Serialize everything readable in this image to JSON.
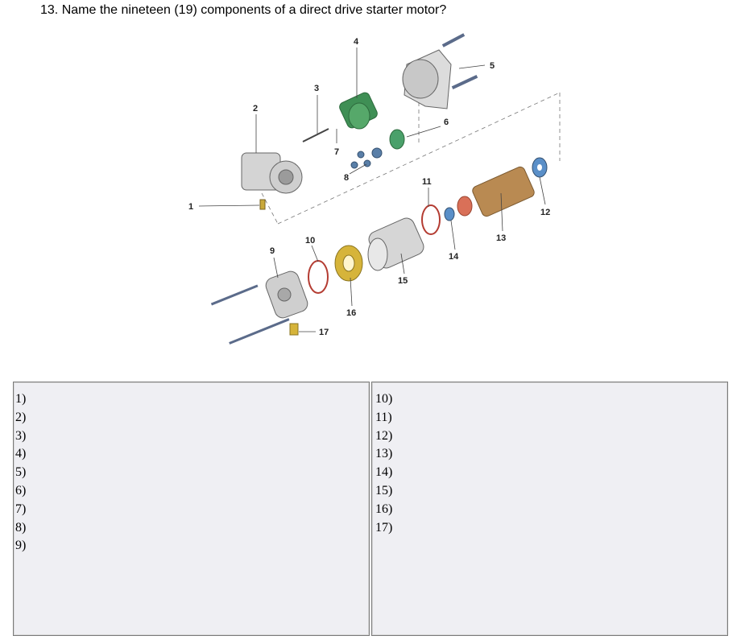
{
  "question": "13. Name the nineteen (19) components of a direct drive starter motor?",
  "diagram": {
    "callouts": [
      "1",
      "2",
      "3",
      "4",
      "5",
      "6",
      "7",
      "8",
      "9",
      "10",
      "11",
      "12",
      "13",
      "14",
      "15",
      "16",
      "17"
    ]
  },
  "answers_left": [
    "1)",
    "2)",
    "3)",
    "4)",
    "5)",
    "6)",
    "7)",
    "8)",
    "9)"
  ],
  "answers_right": [
    "10)",
    "11)",
    "12)",
    "13)",
    "14)",
    "15)",
    "16)",
    "17)"
  ]
}
